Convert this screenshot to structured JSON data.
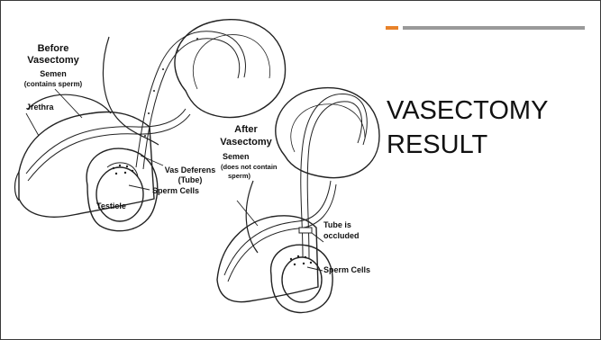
{
  "slide": {
    "title_line1": "VASECTOMY",
    "title_line2": "RESULT",
    "accent_color": "#e8822a",
    "rule_color": "#9a9a9a"
  },
  "before": {
    "heading_line1": "Before",
    "heading_line2": "Vasectomy",
    "semen_line1": "Semen",
    "semen_line2": "(contains sperm)",
    "urethra": "Jrethra",
    "vas_line1": "Vas Deferens",
    "vas_line2": "(Tube)",
    "sperm_cells": "Sperm Cells",
    "testicle": "Testicle"
  },
  "after": {
    "heading_line1": "After",
    "heading_line2": "Vasectomy",
    "semen_line1": "Semen",
    "semen_line2": "(does not contain",
    "semen_line3": "sperm)",
    "tube_line1": "Tube is",
    "tube_line2": "occluded",
    "sperm_cells": "Sperm Cells"
  }
}
